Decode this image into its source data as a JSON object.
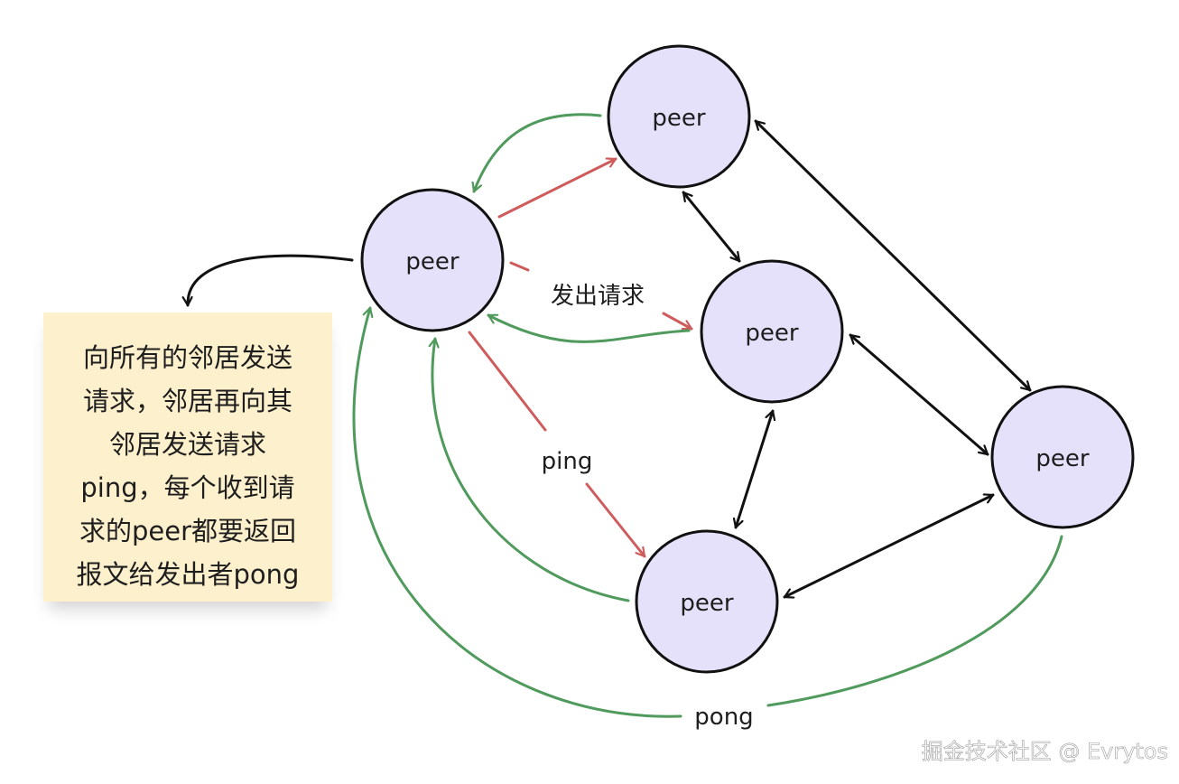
{
  "nodes": {
    "left": "peer",
    "top": "peer",
    "middle": "peer",
    "right": "peer",
    "bottom": "peer"
  },
  "labels": {
    "request": "发出请求",
    "ping": "ping",
    "pong": "pong"
  },
  "note": {
    "lines": [
      "向所有的邻居发送",
      "请求，邻居再向其",
      "邻居发送请求",
      "ping，每个收到请",
      "求的peer都要返回",
      "报文给发出者pong"
    ]
  },
  "watermark": "掘金技术社区 @ Evrytos",
  "colors": {
    "node_fill": "#e5e1fb",
    "request_arrow": "#cf5c5c",
    "response_arrow": "#4f9a5c",
    "link_arrow": "#111111",
    "note_background": "#fdf0cd"
  }
}
